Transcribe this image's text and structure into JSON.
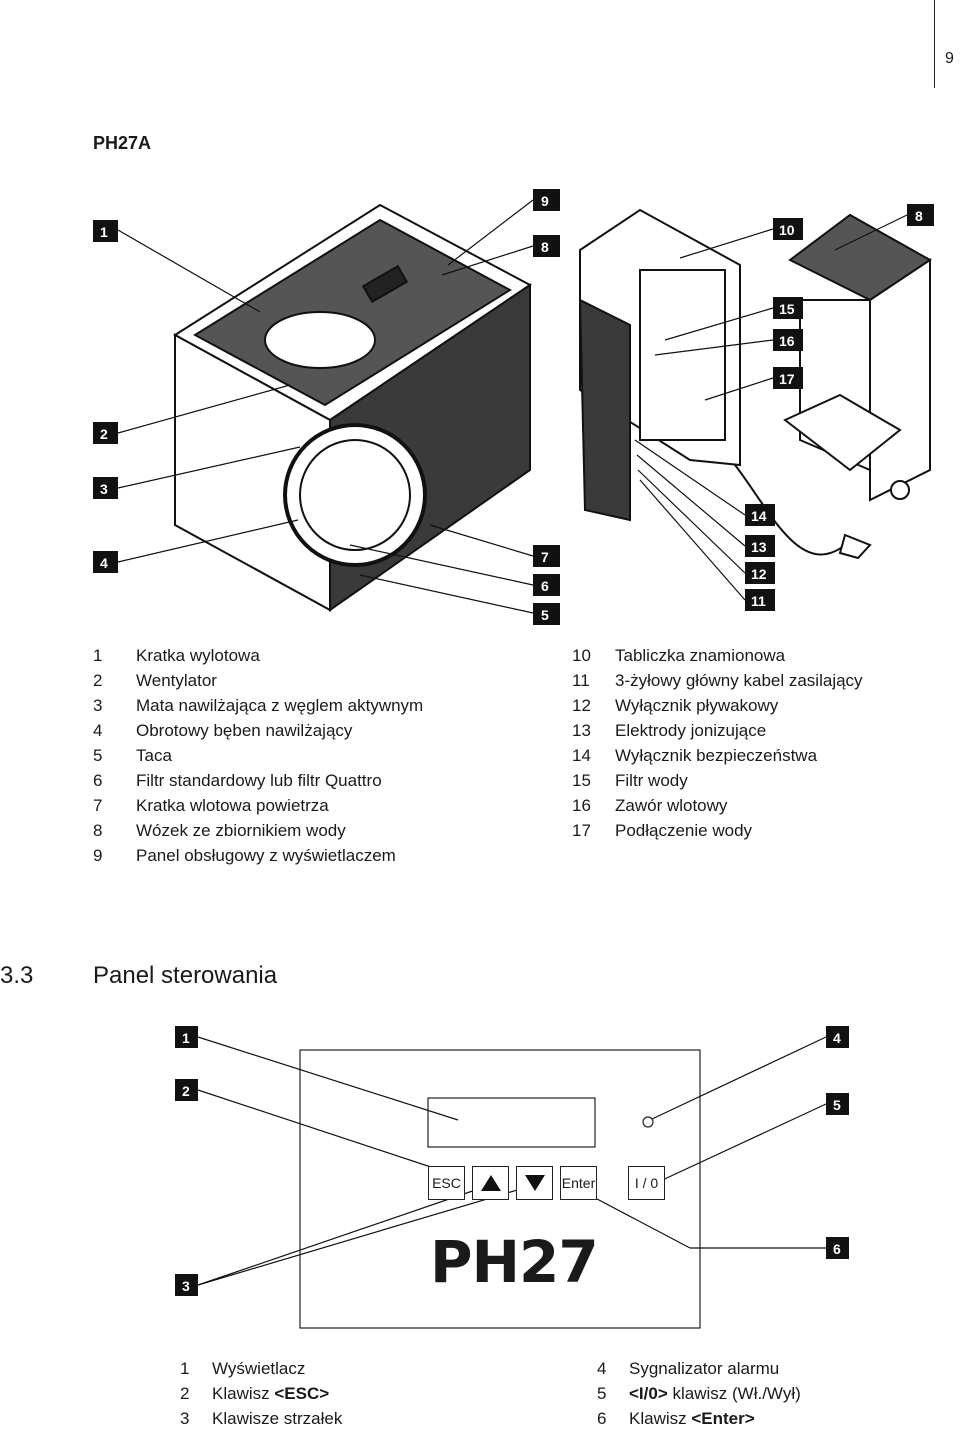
{
  "page_number": "9",
  "figure_heading": "PH27A",
  "section": {
    "number": "3.3",
    "title": "Panel sterowania"
  },
  "figure1_callouts": [
    "1",
    "2",
    "3",
    "4",
    "5",
    "6",
    "7",
    "8",
    "9",
    "10",
    "8",
    "15",
    "16",
    "17",
    "14",
    "13",
    "12",
    "11"
  ],
  "legend_left": [
    {
      "n": "1",
      "text": "Kratka wylotowa"
    },
    {
      "n": "2",
      "text": "Wentylator"
    },
    {
      "n": "3",
      "text": "Mata nawilżająca z węglem aktywnym"
    },
    {
      "n": "4",
      "text": "Obrotowy bęben nawilżający"
    },
    {
      "n": "5",
      "text": "Taca"
    },
    {
      "n": "6",
      "text": "Filtr standardowy lub filtr Quattro"
    },
    {
      "n": "7",
      "text": "Kratka wlotowa powietrza"
    },
    {
      "n": "8",
      "text": "Wózek ze zbiornikiem wody"
    },
    {
      "n": "9",
      "text": "Panel obsługowy z wyświetlaczem"
    }
  ],
  "legend_right": [
    {
      "n": "10",
      "text": "Tabliczka znamionowa"
    },
    {
      "n": "11",
      "text": "3-żyłowy główny kabel zasilający"
    },
    {
      "n": "12",
      "text": "Wyłącznik pływakowy"
    },
    {
      "n": "13",
      "text": "Elektrody jonizujące"
    },
    {
      "n": "14",
      "text": "Wyłącznik bezpieczeństwa"
    },
    {
      "n": "15",
      "text": "Filtr wody"
    },
    {
      "n": "16",
      "text": "Zawór wlotowy"
    },
    {
      "n": "17",
      "text": "Podłączenie wody"
    }
  ],
  "panel": {
    "buttons": {
      "esc": "ESC",
      "enter": "Enter",
      "power": "I / 0"
    },
    "brand": "PH27",
    "callouts": [
      "1",
      "2",
      "3",
      "4",
      "5",
      "6"
    ]
  },
  "legend_panel_left": [
    {
      "n": "1",
      "pre": "Wyświetlacz",
      "bold": "",
      "post": ""
    },
    {
      "n": "2",
      "pre": "Klawisz ",
      "bold": "<ESC>",
      "post": ""
    },
    {
      "n": "3",
      "pre": "Klawisze strzałek",
      "bold": "",
      "post": ""
    }
  ],
  "legend_panel_right": [
    {
      "n": "4",
      "pre": "Sygnalizator alarmu",
      "bold": "",
      "post": ""
    },
    {
      "n": "5",
      "pre": "",
      "bold": "<I/0>",
      "post": " klawisz (Wł./Wył)"
    },
    {
      "n": "6",
      "pre": "Klawisz ",
      "bold": "<Enter>",
      "post": ""
    }
  ]
}
